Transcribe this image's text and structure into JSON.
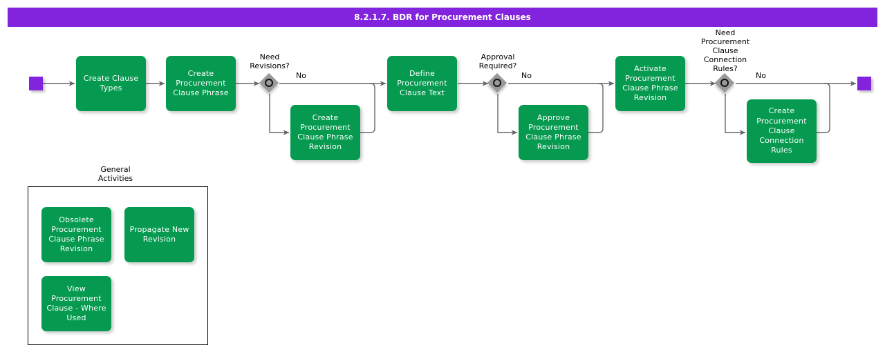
{
  "header": {
    "title": "8.2.1.7. BDR for Procurement Clauses",
    "bar_color": "#8223DE",
    "text_color": "#FFFFFF"
  },
  "theme": {
    "task_fill": "#059A4F",
    "task_text": "#FFFFFF",
    "gateway_fill": "#999999",
    "gateway_stroke": "#111111",
    "terminator_fill": "#8223DE",
    "edge_color": "#666666",
    "group_border": "#000000",
    "canvas_bg": "#FFFFFF"
  },
  "diagram": {
    "start_marker": "start-event",
    "end_marker": "end-event",
    "main_flow": [
      {
        "id": "create-clause-types",
        "label": "Create Clause\nTypes"
      },
      {
        "id": "create-procurement-clause-phrase",
        "label": "Create\nProcurement\nClause Phrase"
      },
      {
        "id": "define-procurement-clause-text",
        "label": "Define\nProcurement\nClause Text"
      },
      {
        "id": "activate-procurement-clause-phrase-revision",
        "label": "Activate\nProcurement\nClause Phrase\nRevision"
      }
    ],
    "gateways": [
      {
        "id": "need-revisions",
        "question": "Need\nRevisions?",
        "no_label": "No"
      },
      {
        "id": "approval-required",
        "question": "Approval\nRequired?",
        "no_label": "No"
      },
      {
        "id": "need-procurement-clause-connection-rules",
        "question": "Need\nProcurement\nClause\nConnection\nRules?",
        "no_label": "No"
      }
    ],
    "branch_tasks": [
      {
        "id": "create-procurement-clause-phrase-revision",
        "label": "Create\nProcurement\nClause Phrase\nRevision"
      },
      {
        "id": "approve-procurement-clause-phrase-revision",
        "label": "Approve\nProcurement\nClause Phrase\nRevision"
      },
      {
        "id": "create-procurement-clause-connection-rules",
        "label": "Create\nProcurement\nClause\nConnection\nRules"
      }
    ],
    "group": {
      "title": "General\nActivities",
      "tasks": [
        {
          "id": "obsolete-procurement-clause-phrase-revision",
          "label": "Obsolete\nProcurement\nClause Phrase\nRevision"
        },
        {
          "id": "propagate-new-revision",
          "label": "Propagate New\nRevision"
        },
        {
          "id": "view-procurement-clause-where-used",
          "label": "View\nProcurement\nClause - Where\nUsed"
        }
      ]
    }
  }
}
